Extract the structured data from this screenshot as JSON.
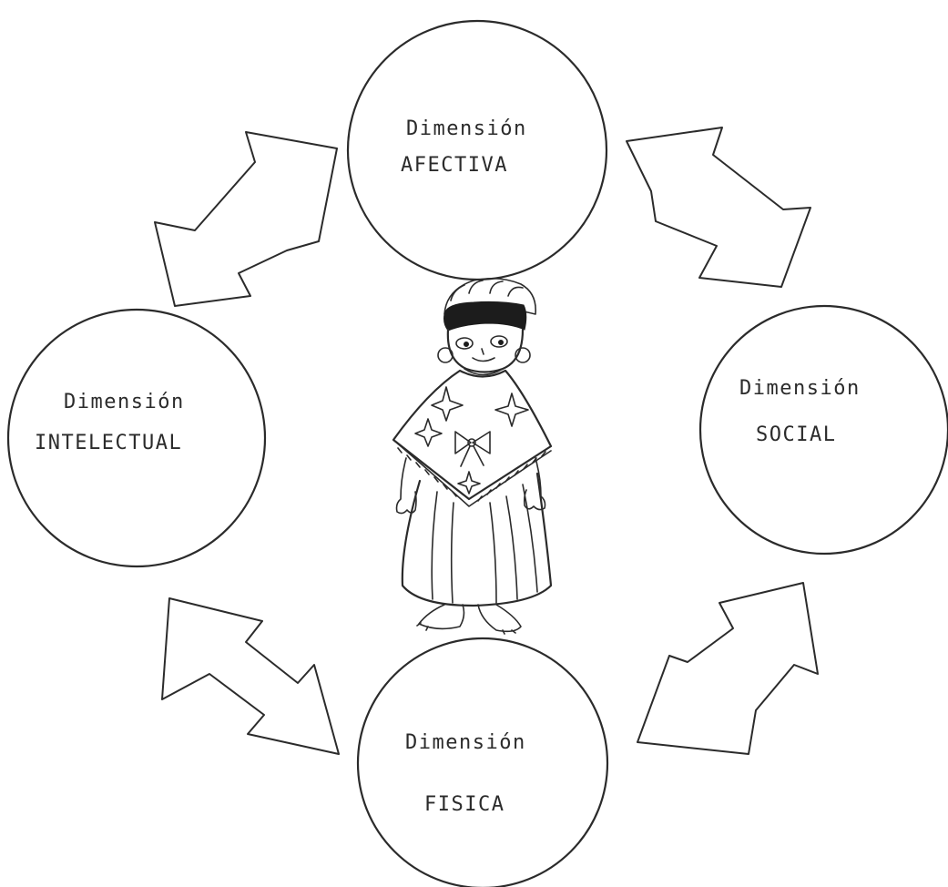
{
  "nodes": {
    "top": {
      "line1": "Dimensión",
      "line2": "AFECTIVA"
    },
    "left": {
      "line1": "Dimensión",
      "line2": "INTELECTUAL"
    },
    "right": {
      "line1": "Dimensión",
      "line2": "SOCIAL"
    },
    "bottom": {
      "line1": "Dimensión",
      "line2": "FISICA"
    }
  },
  "center_figure": "child-in-poncho-drawing"
}
